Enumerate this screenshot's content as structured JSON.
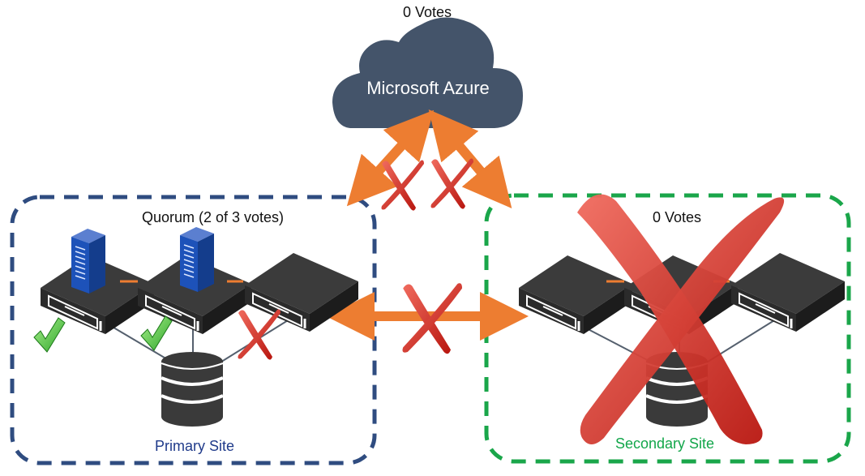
{
  "cloud": {
    "label": "Microsoft Azure",
    "votes": "0 Votes"
  },
  "primary_site": {
    "label": "Primary Site",
    "quorum": "Quorum (2 of 3 votes)",
    "border_color": "#2f4c80"
  },
  "secondary_site": {
    "label": "Secondary Site",
    "votes": "0 Votes",
    "border_color": "#1aa64a"
  },
  "colors": {
    "cloud": "#44546a",
    "arrow": "#ed7d31",
    "x_mark": "#d9261c",
    "check": "#3ec43a",
    "server_body": "#3a3a3a",
    "server_tower": "#1f4fb0"
  }
}
